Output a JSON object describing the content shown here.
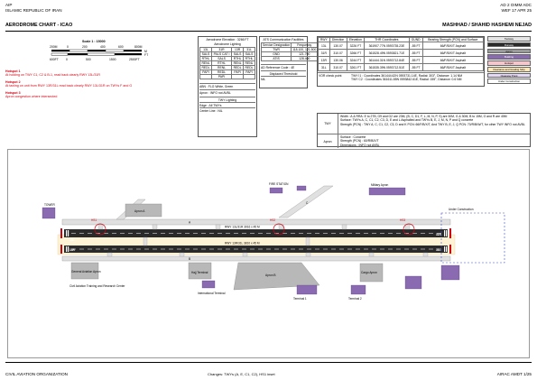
{
  "header": {
    "left_line1": "AIP",
    "left_line2": "ISLAMIC REPUBLIC OF IRAN",
    "right_line1": "AD 2 OIMM ADC",
    "right_line2": "WEF 17 APR 25",
    "chart_title": "AERODROME CHART - ICAO",
    "aerodrome_name": "MASHHAD / SHAHID HASHEMI NEJAD"
  },
  "scale": {
    "title": "Scale 1 : 15000",
    "meters_label": "M",
    "feet_label": "FT",
    "meter_ticks": [
      "200M",
      "0",
      "200",
      "400",
      "600",
      "800M"
    ],
    "feet_ticks": [
      "600FT",
      "0",
      "500",
      "1500",
      "2500FT"
    ]
  },
  "hotspots": [
    {
      "title": "Hotspot 1",
      "text": "At holding on TWY C1, C2 & B-1, read back clearly RWY 13L/31R"
    },
    {
      "title": "Hotspot 2",
      "text": "At taxiing on unit from RWY 13R/31L read back clearly RWY 13L/31R on TWYs F and G"
    },
    {
      "title": "Hotspot 3",
      "text": "Apron congestion where intersected"
    }
  ],
  "elevation_table": {
    "title": "Aerodrome Elevation : 3266 FT",
    "lighting_title": "Aerodrome Lighting",
    "cols": [
      "13L",
      "31R",
      "13R",
      "31L"
    ],
    "rows": [
      [
        "SALS",
        "PALS CAT I",
        "SALS",
        "SALS"
      ],
      [
        "RTHL",
        "SALS",
        "RTHL",
        "RTHL"
      ],
      [
        "RENL",
        "RTHL",
        "RENL",
        "RENL"
      ],
      [
        "REDL",
        "RENL",
        "REDL",
        "REDL"
      ],
      [
        "PAPI",
        "REDL",
        "PAPI",
        "PAPI"
      ],
      [
        "",
        "PAPI",
        "",
        ""
      ]
    ],
    "abn": "ABN : FLG White, Green",
    "apron": "Apron : INFO not AVBL",
    "twy_title": "TWY Lighting",
    "edge": "Edge : All TWYs",
    "center": "Center Line : NIL"
  },
  "ats_table": {
    "title": "ATS Communication Facilities",
    "headers": [
      "Service Designation",
      "Frequency"
    ],
    "rows": [
      [
        "TWR",
        "118.100, 121.500"
      ],
      [
        "GND",
        "121.700"
      ],
      [
        "ATIS",
        "128.400"
      ]
    ],
    "ref_code": "AD Reference Code : 4E",
    "displaced": "Displaced Threshold",
    "nil": "NIL"
  },
  "runway_table": {
    "headers": [
      "RWY",
      "Direction",
      "Elevation",
      "THR Coordinates",
      "GUND",
      "Bearing Strength (PCN) and Surface"
    ],
    "rows": [
      [
        "13L",
        "130.07",
        "3226 FT",
        "361907.77N 0593735.23E",
        "-55 FT",
        "66/F/B/X/T   Asphalt"
      ],
      [
        "31R",
        "310.07",
        "3266 FT",
        "361528.49N 0593821.71E",
        "-55 FT",
        "66/F/B/X/T   Asphalt"
      ],
      [
        "13R",
        "130.06",
        "3244 FT",
        "361444.31N 0593712.84E",
        "-55 FT",
        "66/F/B/X/T   Asphalt"
      ],
      [
        "31L",
        "310.07",
        "3261 FT",
        "361535.39N 0593712.51E",
        "-55 FT",
        "66/F/B/X/T   Asphalt"
      ]
    ],
    "vor_label": "VOR check point",
    "vor_text": [
      "TWY I1 : Coordinates 361444.62N 0593731.14E, Radial: 303°, Distance: 1.14 NM",
      "TWY C2 : Coordinates 361611.85N 0593842.61E, Radial: 155°, Distance: 0.6 NM"
    ]
  },
  "twy_info": {
    "label": "TWY",
    "text_lines": [
      "Width : A & RRA: E to 27B, G9 and G2 are 23M, (B, C, D1, F, L, M, N, P, S) are 30M, G & 30M, B to 15M, O and R are 45M",
      "Surface: TWYs A, C, C1, C2, C3, D, E and L Asphalted and TWYs B, E, J, M, N, P and Q concrete",
      "Strength (PCN) : TWY A, C, C1, C2, C3, D and K PCN: 66/F/B/X/T, And TWY B, E, J, Q PCN: 70/R/B/W/T, for other TWY INFO not AVBL"
    ]
  },
  "apron_info": {
    "label": "Apron",
    "text_lines": [
      "Surface              : Concrete",
      "Strength (PCN)  : 60/R/B/X/T",
      "Dimensions        : INFO not AVBL"
    ]
  },
  "legend": [
    {
      "label": "Taxiway",
      "color": "#e4e4e4"
    },
    {
      "label": "Runway",
      "color": "#2a2a2a"
    },
    {
      "label": "Apron",
      "color": "#9a9a9a"
    },
    {
      "label": "Building",
      "color": "#8a6ab0"
    },
    {
      "label": "Hotspot",
      "color": "#f4c7cc"
    },
    {
      "label": "Clearance and Grading Strip",
      "color": "#ffe7b3"
    },
    {
      "label": "Clearway Point",
      "color": "#e6d9f5"
    },
    {
      "label": "Under Construction",
      "color": "#ffffff"
    }
  ],
  "map_labels": {
    "tower": "TOWER",
    "fire_station": "FIRE STATION",
    "apron_a": "Apron A",
    "apron_b": "Apron B",
    "cargo": "Cargo Apron",
    "military": "Military Apron",
    "terminal_1": "Terminal 1",
    "terminal_2": "Terminal 2",
    "terminal_hajj": "Hajj Terminal",
    "international": "International Terminal",
    "civil_aviation": "Civil Aviation Training and Research Center",
    "gen_avn": "General Aviation Apron",
    "under_construction": "Under Construction",
    "rwy_13l": "13L",
    "rwy_31r": "31R",
    "rwy_13r": "13R",
    "rwy_31l": "31L",
    "rwy_main": "RWY 13L/31R   3916 x 45 M",
    "rwy_second": "RWY 13R/31L   3810 x 45 M",
    "twy_a": "A",
    "twy_b": "B",
    "twy_c": "C",
    "hs1": "HS1",
    "hs2": "HS2",
    "hs3": "HS3"
  },
  "footer": {
    "left": "CIVIL AVIATION ORGANIZATION",
    "center": "Changes: TWYs (A, E, C1, C2), HS1 inset",
    "right": "AIRAC AMDT 1/25"
  }
}
